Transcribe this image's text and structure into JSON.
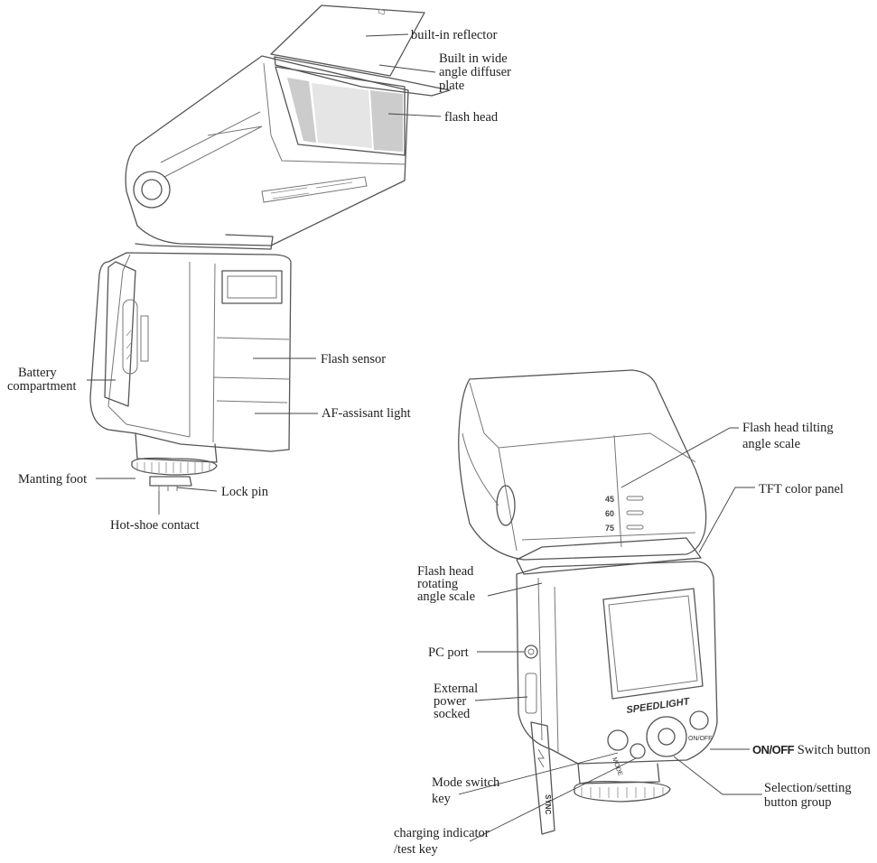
{
  "diagram": {
    "flash_front_labels": {
      "built_in_reflector": "built-in reflector",
      "wide_diffuser_l1": "Built in wide",
      "wide_diffuser_l2": "angle diffuser",
      "wide_diffuser_l3": "plate",
      "flash_head": "flash head",
      "battery_l1": "Battery",
      "battery_l2": "compartment",
      "flash_sensor": "Flash sensor",
      "af_light": "AF-assisant light",
      "mounting_foot": "Manting foot",
      "lock_pin": "Lock pin",
      "hot_shoe": "Hot-shoe contact"
    },
    "flash_back_labels": {
      "tilt_scale_l1": "Flash head tilting",
      "tilt_scale_l2": "angle scale",
      "tft_panel": "TFT color panel",
      "rotate_scale_l1": "Flash head",
      "rotate_scale_l2": "rotating",
      "rotate_scale_l3": "angle scale",
      "pc_port": "PC port",
      "ext_power_l1": "External",
      "ext_power_l2": "power",
      "ext_power_l3": "socked",
      "onoff_bold": "ON/OFF",
      "onoff_rest": " Switch button",
      "mode_switch_l1": "Mode switch",
      "mode_switch_l2": "key",
      "selection_l1": "Selection/setting",
      "selection_l2": "button group",
      "charging_l1": "charging indicator",
      "charging_l2": "/test key"
    },
    "device_markings": {
      "tilt_45": "45",
      "tilt_60": "60",
      "tilt_75": "75",
      "brand": "SPEEDLIGHT",
      "mode_key": "MODE",
      "onoff_key": "ON/OFF",
      "sync": "SYNC"
    }
  }
}
